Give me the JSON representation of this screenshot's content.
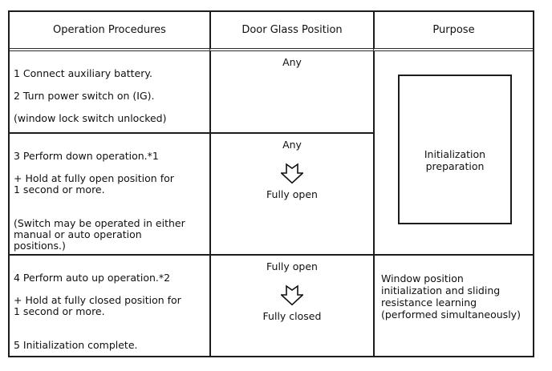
{
  "table": {
    "header": {
      "operation_procedures": "Operation Procedures",
      "door_glass_position": "Door Glass Position",
      "purpose": "Purpose"
    },
    "procedure_rows": [
      {
        "operation": "1 Connect auxiliary battery.\n\n2 Turn power switch on (IG).\n\n(window lock switch unlocked)",
        "glass_position": {
          "start": "Any"
        }
      },
      {
        "operation": "3 Perform down operation.*1\n\n+ Hold at fully open position for\n1 second or more.\n\n\n(Switch may be operated in either\nmanual or auto operation\npositions.)",
        "glass_position": {
          "start": "Any",
          "end": "Fully open"
        }
      },
      {
        "operation": "4 Perform auto up operation.*2\n\n+ Hold at fully closed position for\n1 second or more.\n\n\n5 Initialization complete.",
        "glass_position": {
          "start": "Fully open",
          "end": "Fully closed"
        }
      }
    ],
    "purpose": {
      "preparation_box": "Initialization\npreparation",
      "row3": "Window position\ninitialization and sliding\nresistance learning\n(performed simultaneously)"
    }
  },
  "icons": {
    "down_arrow": "down-arrow-icon"
  },
  "colors": {
    "border": "#1c1c1c",
    "text": "#101010",
    "background": "#ffffff"
  }
}
